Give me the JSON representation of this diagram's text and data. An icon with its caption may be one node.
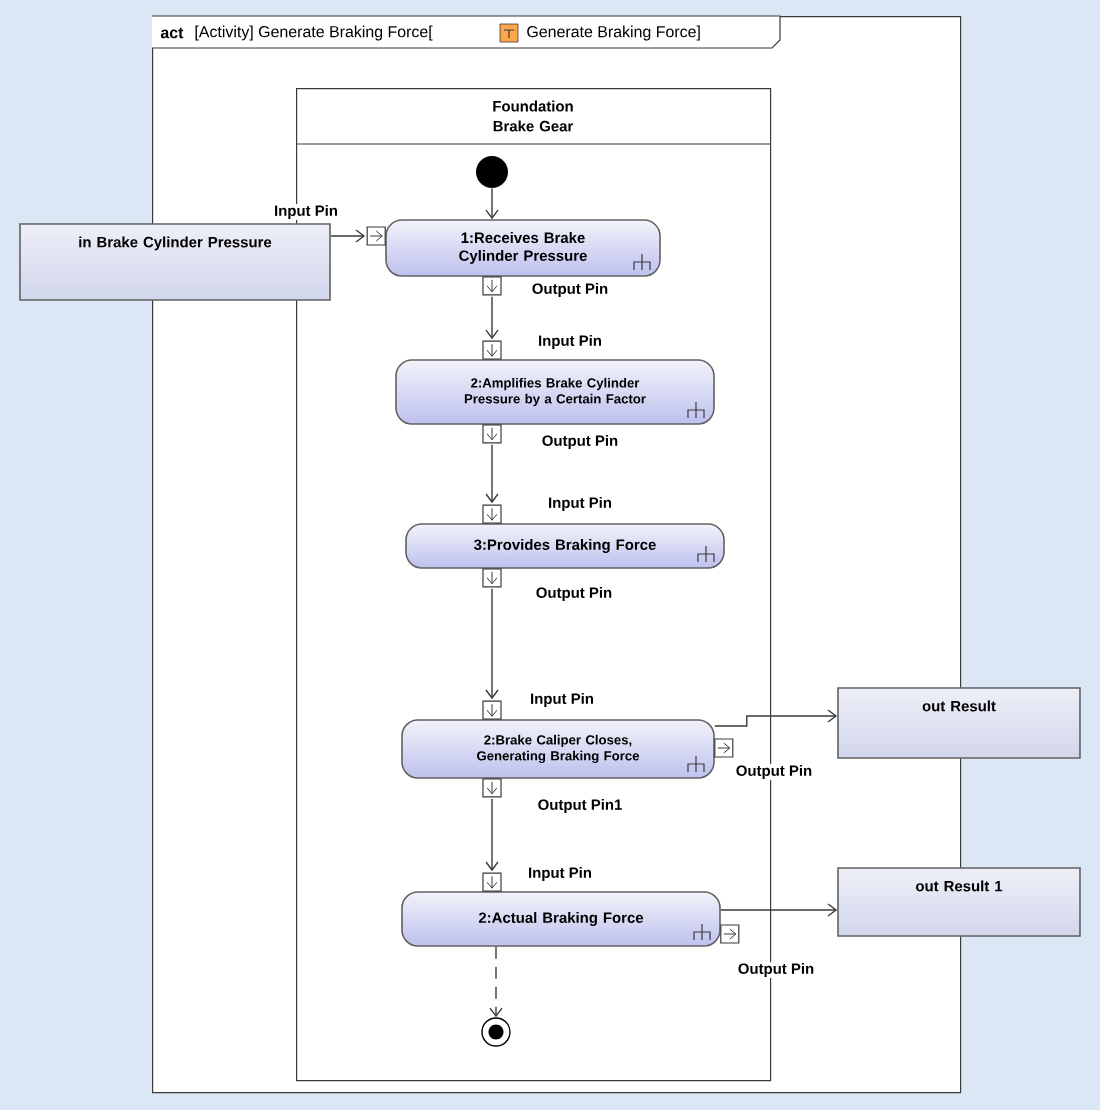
{
  "diagram": {
    "nodes": [
      {
        "text": [
          "act",
          "[Activity] Generate Braking Force[",
          "Generate Braking Force]"
        ]
      },
      {
        "text": [
          "Foundation Brake Gear"
        ],
        "in": 0
      },
      {
        "text": [],
        "shape": "circle",
        "in": 1
      },
      {
        "text": [
          "in Brake Cylinder Pressure"
        ]
      },
      {
        "text": [
          "1:Receives Brake Cylinder Pressure"
        ],
        "in": 1
      },
      {
        "text": [
          "2:Amplifies Brake Cylinder Pressure by a Certain Factor"
        ],
        "in": 1
      },
      {
        "text": [
          "3:Provides Braking Force"
        ],
        "in": 1
      },
      {
        "text": [
          "2:Brake Caliper Closes, Generating Braking Force"
        ],
        "in": 1
      },
      {
        "text": [
          "out Result"
        ]
      },
      {
        "text": [
          "2:Actual Braking Force"
        ],
        "in": 1
      },
      {
        "text": [
          "out Result 1"
        ]
      },
      {
        "text": [],
        "shape": "circle",
        "in": 1
      }
    ],
    "edges": [
      {
        "from": 2,
        "to": 4,
        "arrow": "to"
      },
      {
        "from": 3,
        "to": 4,
        "arrow": "to"
      },
      {
        "from": 4,
        "to": 5,
        "arrow": "to"
      },
      {
        "from": 5,
        "to": 6,
        "arrow": "to"
      },
      {
        "from": 6,
        "to": 7,
        "arrow": "to"
      },
      {
        "from": 7,
        "to": 8,
        "arrow": "to"
      },
      {
        "from": 7,
        "to": 9,
        "arrow": "to"
      },
      {
        "from": 9,
        "to": 10,
        "arrow": "to"
      },
      {
        "from": 9,
        "to": 11,
        "arrow": "to",
        "style": "dashed"
      }
    ],
    "labels": [
      "Input Pin",
      "Output Pin",
      "Input Pin",
      "Output Pin",
      "Input Pin",
      "Output Pin",
      "Input Pin",
      "Output Pin",
      "Output Pin1",
      "Input Pin",
      "Output Pin"
    ]
  }
}
